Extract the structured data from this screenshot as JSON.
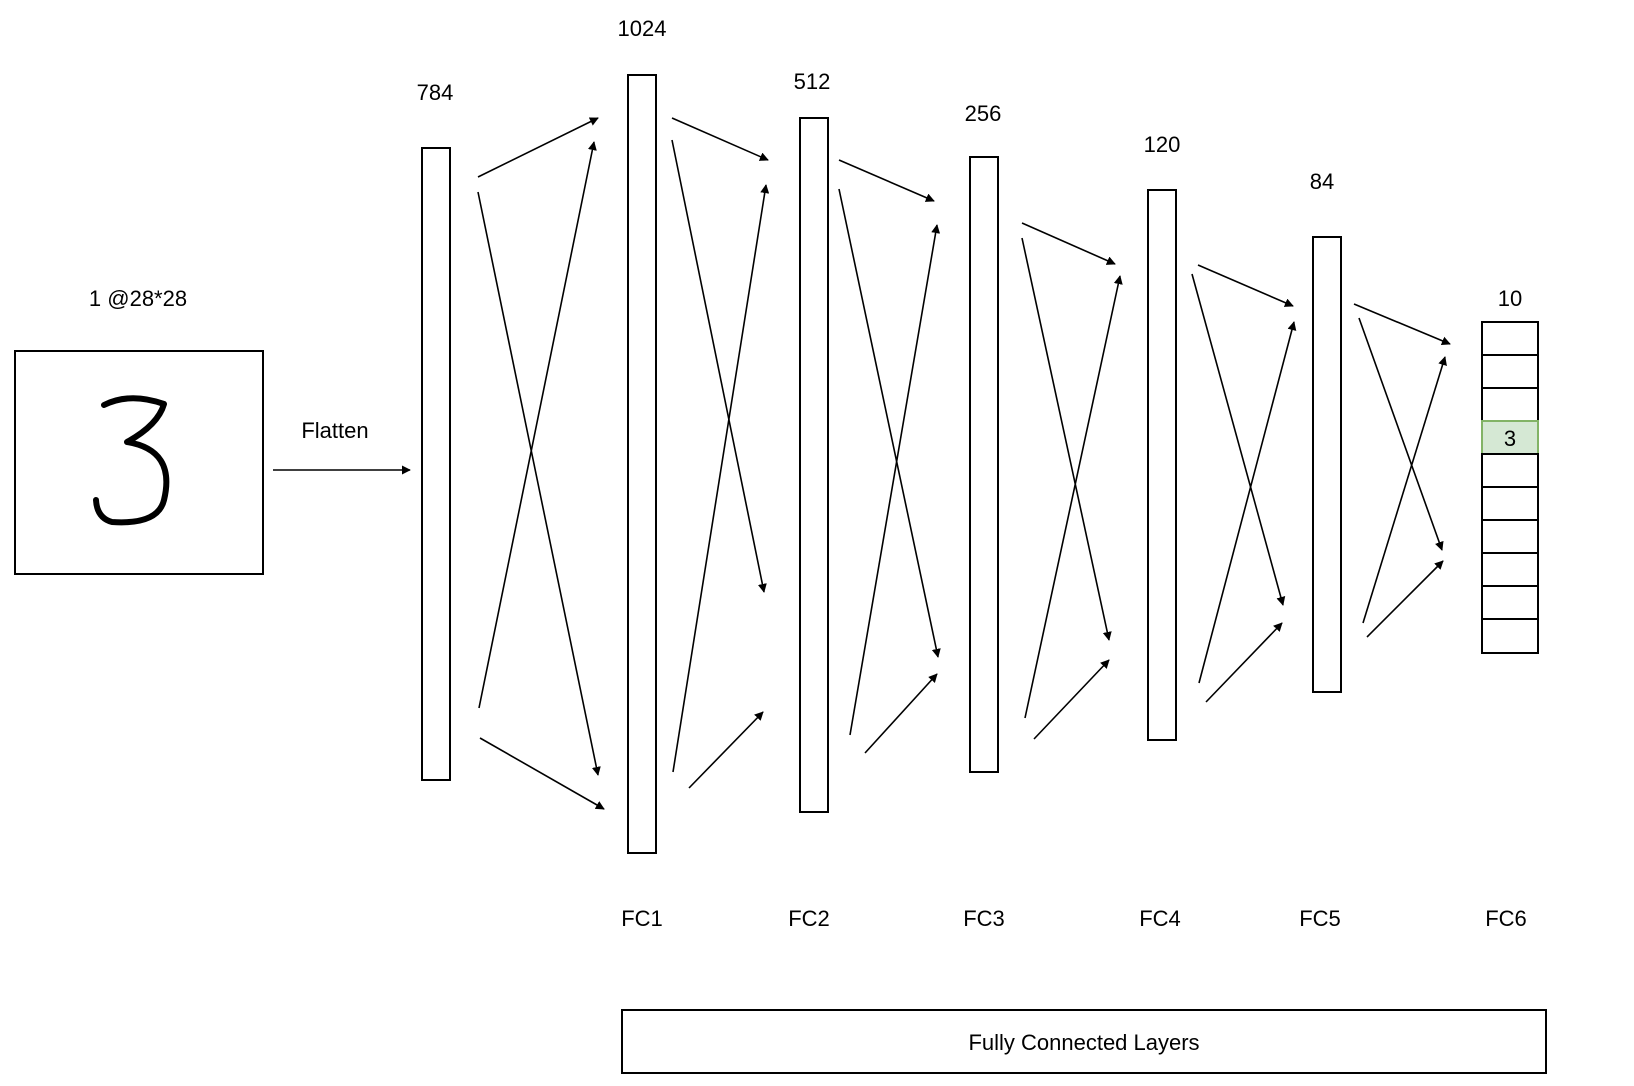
{
  "input": {
    "label": "1 @28*28",
    "digit": "3"
  },
  "flatten_label": "Flatten",
  "flat_layer": {
    "size": "784"
  },
  "layers": [
    {
      "name": "FC1",
      "size": "1024"
    },
    {
      "name": "FC2",
      "size": "512"
    },
    {
      "name": "FC3",
      "size": "256"
    },
    {
      "name": "FC4",
      "size": "120"
    },
    {
      "name": "FC5",
      "size": "84"
    },
    {
      "name": "FC6",
      "size": "10"
    }
  ],
  "output": {
    "highlight_label": "3",
    "highlight_color": "#d5e8d4",
    "highlight_border": "#82b366"
  },
  "group_label": "Fully Connected Layers"
}
